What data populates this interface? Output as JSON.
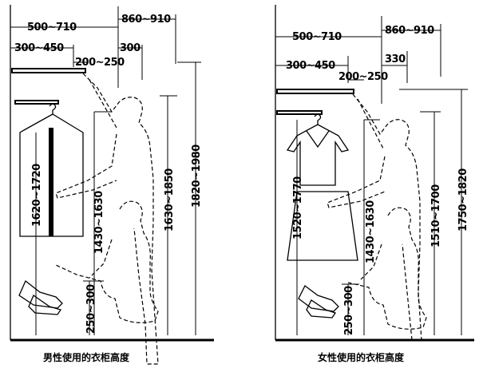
{
  "male": {
    "caption": "男性使用的衣柜高度",
    "dims": {
      "reach_wide": "500~710",
      "body_far": "860~910",
      "shelf_depth": "300~450",
      "hand_off": "300",
      "rail_off": "200~250",
      "garment_len": "1620~1720",
      "rail_h": "1430~1630",
      "shelf_h": "1630~1850",
      "reach_h": "1820~1980",
      "low_h": "250~300"
    }
  },
  "female": {
    "caption": "女性使用的衣柜高度",
    "dims": {
      "reach_wide": "500~710",
      "body_far": "860~910",
      "shelf_depth": "300~450",
      "hand_off": "330",
      "rail_off": "200~250",
      "garment_len": "1520~1770",
      "rail_h": "1430~1630",
      "shelf_h": "1510~1700",
      "reach_h": "1750~1820",
      "low_h": "250~300"
    }
  }
}
